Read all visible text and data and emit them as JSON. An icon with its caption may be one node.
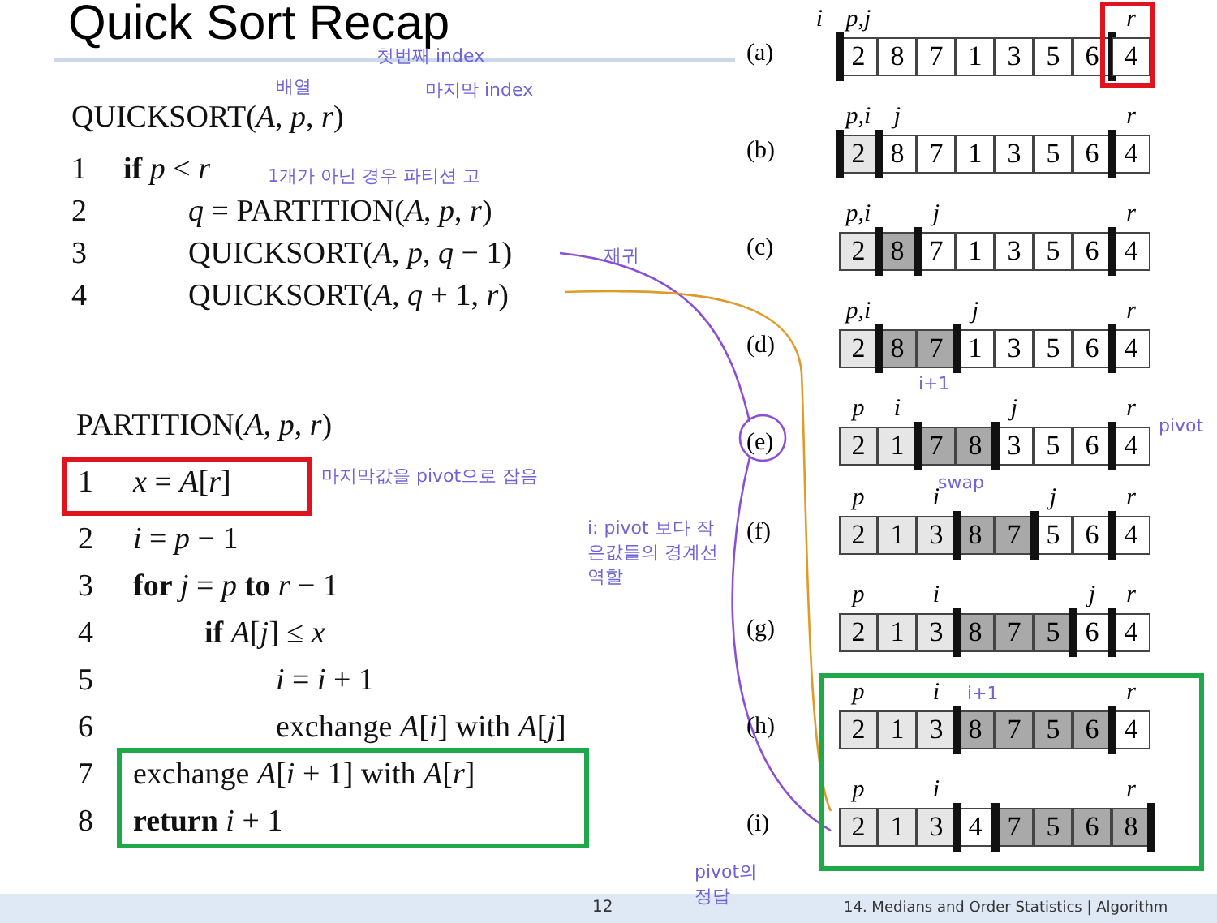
{
  "diagram": {
    "title": "Quick Sort Recap",
    "nodes": [
      {
        "text": [
          "1",
          "*x* = *A*[*r*]"
        ]
      },
      {
        "text": [
          "exchange *A*[*i* + 1] with *A*[*r*]",
          "**return** *i* + 1"
        ]
      },
      {
        "text": [
          "*r*",
          "4"
        ]
      },
      {
        "text": [
          "(h)",
          "*p*",
          "*i*",
          "*r*",
          "2",
          "1",
          "3",
          "8",
          "7",
          "5",
          "6",
          "4",
          "(i)",
          "*p*",
          "*i*",
          "*r*",
          "2",
          "1",
          "3",
          "4",
          "7",
          "5",
          "6",
          "8",
          "i+1"
        ]
      }
    ],
    "labels": [
      "QUICKSORT(*A*, *p*, *r*)",
      "1",
      "**if** *p* < *r*",
      "2",
      "*q* = PARTITION(*A*, *p*, *r*)",
      "3",
      "QUICKSORT(*A*, *p*, *q* − 1)",
      "4",
      "QUICKSORT(*A*, *q* + 1, *r*)",
      "PARTITION(*A*, *p*, *r*)",
      "2",
      "*i* = *p* − 1",
      "3",
      "**for** *j* = *p* **to** *r* − 1",
      "4",
      "**if** *A*[*j*] ≤ *x*",
      "5",
      "*i* = *i* + 1",
      "6",
      "exchange *A*[*i*] with *A*[*j*]",
      "7",
      "8",
      "배열",
      "첫번째 index",
      "마지막 index",
      "1개가 아닌 경우 파티션 고",
      "재귀",
      "마지막값을 pivot으로 잡음",
      "i: pivot 보다 작은값들의 경계선 역할",
      "pivot의 정답",
      "(a)",
      "*i*",
      "*p,j*",
      "2",
      "8",
      "7",
      "1",
      "3",
      "5",
      "6",
      "(b)",
      "*p,i*",
      "*j*",
      "*r*",
      "2",
      "8",
      "7",
      "1",
      "3",
      "5",
      "6",
      "4",
      "(c)",
      "*p,i*",
      "*j*",
      "*r*",
      "2",
      "8",
      "7",
      "1",
      "3",
      "5",
      "6",
      "4",
      "(d)",
      "*p,i*",
      "*j*",
      "*r*",
      "2",
      "8",
      "7",
      "1",
      "3",
      "5",
      "6",
      "4",
      "(e)",
      "*p*",
      "*i*",
      "*j*",
      "*r*",
      "2",
      "1",
      "7",
      "8",
      "3",
      "5",
      "6",
      "4",
      "(f)",
      "*p*",
      "*i*",
      "*j*",
      "*r*",
      "2",
      "1",
      "3",
      "8",
      "7",
      "5",
      "6",
      "4",
      "(g)",
      "*p*",
      "*i*",
      "*j*",
      "*r*",
      "2",
      "1",
      "3",
      "8",
      "7",
      "5",
      "6",
      "4",
      "i+1",
      "pivot",
      "swap",
      "12",
      "14. Medians and Order Statistics | Algorithm"
    ]
  }
}
